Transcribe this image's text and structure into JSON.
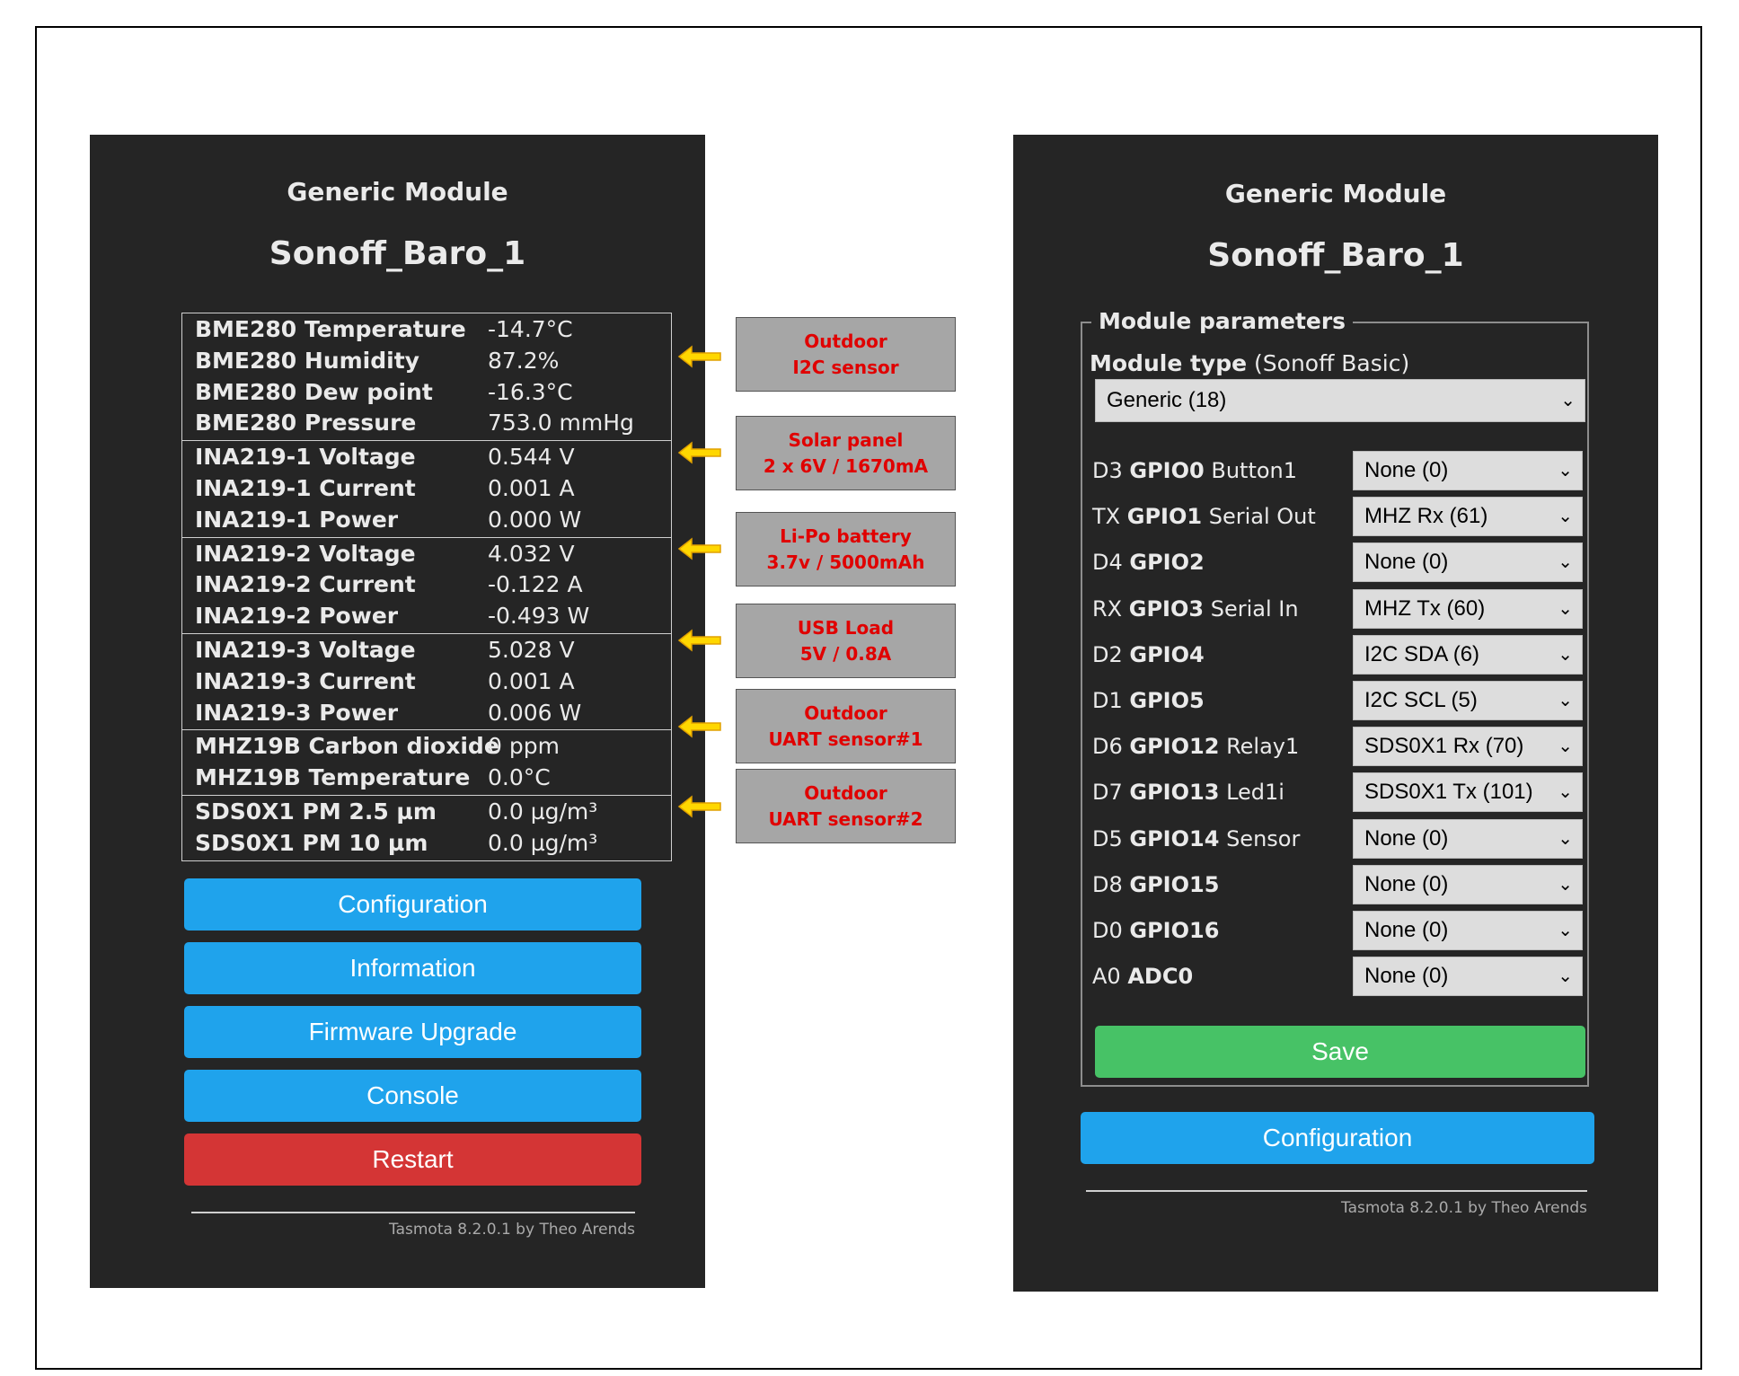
{
  "left": {
    "module_title": "Generic Module",
    "device_name": "Sonoff_Baro_1",
    "sensor_groups": [
      [
        {
          "name": "BME280 Temperature",
          "value": "-14.7°C"
        },
        {
          "name": "BME280 Humidity",
          "value": "87.2%"
        },
        {
          "name": "BME280 Dew point",
          "value": "-16.3°C"
        },
        {
          "name": "BME280 Pressure",
          "value": "753.0 mmHg"
        }
      ],
      [
        {
          "name": "INA219-1 Voltage",
          "value": "0.544 V"
        },
        {
          "name": "INA219-1 Current",
          "value": "0.001 A"
        },
        {
          "name": "INA219-1 Power",
          "value": "0.000 W"
        }
      ],
      [
        {
          "name": "INA219-2 Voltage",
          "value": "4.032 V"
        },
        {
          "name": "INA219-2 Current",
          "value": "-0.122 A"
        },
        {
          "name": "INA219-2 Power",
          "value": "-0.493 W"
        }
      ],
      [
        {
          "name": "INA219-3 Voltage",
          "value": "5.028 V"
        },
        {
          "name": "INA219-3 Current",
          "value": "0.001 A"
        },
        {
          "name": "INA219-3 Power",
          "value": "0.006 W"
        }
      ],
      [
        {
          "name": "MHZ19B Carbon dioxide",
          "value": "0 ppm"
        },
        {
          "name": "MHZ19B Temperature",
          "value": "0.0°C"
        }
      ],
      [
        {
          "name": "SDS0X1 PM 2.5 µm",
          "value": "0.0 µg/m³"
        },
        {
          "name": "SDS0X1 PM 10 µm",
          "value": "0.0 µg/m³"
        }
      ]
    ],
    "buttons": {
      "configuration": "Configuration",
      "information": "Information",
      "firmware_upgrade": "Firmware Upgrade",
      "console": "Console",
      "restart": "Restart"
    },
    "footer": "Tasmota 8.2.0.1 by Theo Arends"
  },
  "annotations": [
    {
      "line1": "Outdoor",
      "line2": "I2C sensor"
    },
    {
      "line1": "Solar panel",
      "line2": "2 x 6V / 1670mA"
    },
    {
      "line1": "Li-Po battery",
      "line2": "3.7v / 5000mAh"
    },
    {
      "line1": "USB Load",
      "line2": "5V / 0.8A"
    },
    {
      "line1": "Outdoor",
      "line2": "UART sensor#1"
    },
    {
      "line1": "Outdoor",
      "line2": "UART sensor#2"
    }
  ],
  "right": {
    "module_title": "Generic Module",
    "device_name": "Sonoff_Baro_1",
    "legend": "Module parameters",
    "module_type_label": "Module type",
    "module_type_hint": "(Sonoff Basic)",
    "module_type_value": "Generic (18)",
    "gpios": [
      {
        "pin": "D3",
        "gpio": "GPIO0",
        "func": "Button1",
        "value": "None (0)"
      },
      {
        "pin": "TX",
        "gpio": "GPIO1",
        "func": "Serial Out",
        "value": "MHZ Rx (61)"
      },
      {
        "pin": "D4",
        "gpio": "GPIO2",
        "func": "",
        "value": "None (0)"
      },
      {
        "pin": "RX",
        "gpio": "GPIO3",
        "func": "Serial In",
        "value": "MHZ Tx (60)"
      },
      {
        "pin": "D2",
        "gpio": "GPIO4",
        "func": "",
        "value": "I2C SDA (6)"
      },
      {
        "pin": "D1",
        "gpio": "GPIO5",
        "func": "",
        "value": "I2C SCL (5)"
      },
      {
        "pin": "D6",
        "gpio": "GPIO12",
        "func": "Relay1",
        "value": "SDS0X1 Rx (70)"
      },
      {
        "pin": "D7",
        "gpio": "GPIO13",
        "func": "Led1i",
        "value": "SDS0X1 Tx (101)"
      },
      {
        "pin": "D5",
        "gpio": "GPIO14",
        "func": "Sensor",
        "value": "None (0)"
      },
      {
        "pin": "D8",
        "gpio": "GPIO15",
        "func": "",
        "value": "None (0)"
      },
      {
        "pin": "D0",
        "gpio": "GPIO16",
        "func": "",
        "value": "None (0)"
      },
      {
        "pin": "A0",
        "gpio": "ADC0",
        "func": "",
        "value": "None (0)"
      }
    ],
    "save": "Save",
    "configuration": "Configuration",
    "footer": "Tasmota 8.2.0.1 by Theo Arends"
  },
  "icons": {
    "arrow": "arrow-left-icon",
    "chevron": "chevron-down-icon"
  },
  "colors": {
    "panel_bg": "#252525",
    "button_blue": "#1fa3ec",
    "button_red": "#d43535",
    "button_green": "#47c266",
    "annotation_bg": "#a6a6a6",
    "annotation_text": "#e00000",
    "arrow": "#ffd700"
  }
}
